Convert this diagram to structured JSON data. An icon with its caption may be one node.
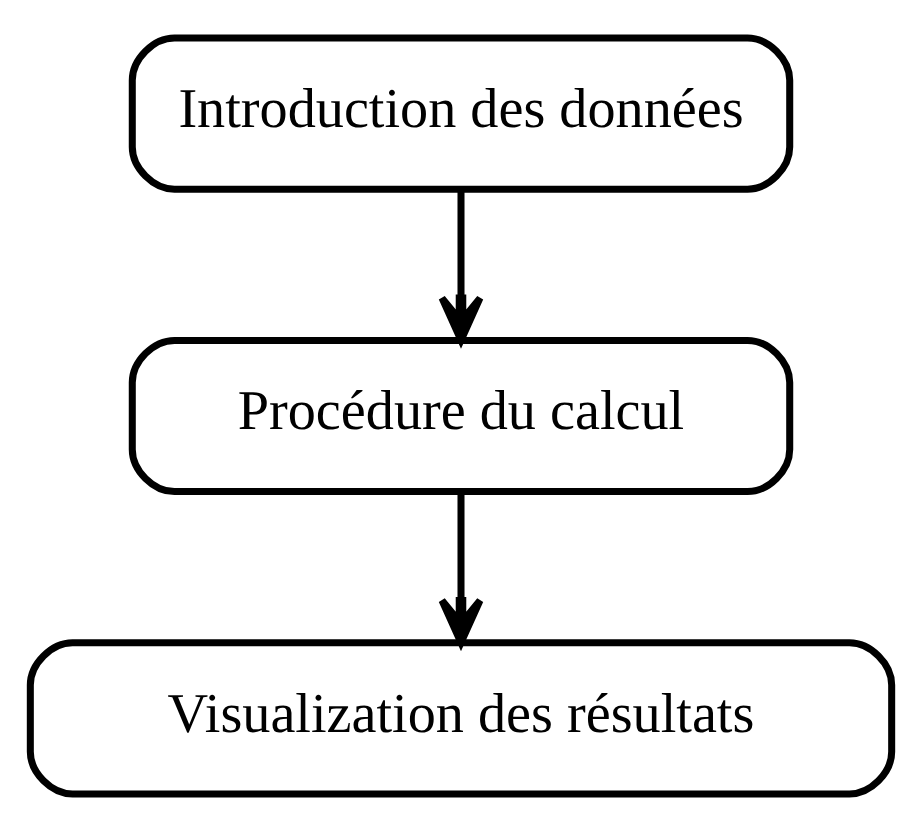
{
  "diagram": {
    "nodes": [
      {
        "text": [
          "Introduction des données"
        ]
      },
      {
        "text": [
          "Procédure du calcul"
        ]
      },
      {
        "text": [
          "Visualization des résultats"
        ]
      }
    ],
    "edges": [
      {
        "from": 0,
        "to": 1,
        "arrow": "to"
      },
      {
        "from": 1,
        "to": 2,
        "arrow": "to"
      }
    ]
  }
}
